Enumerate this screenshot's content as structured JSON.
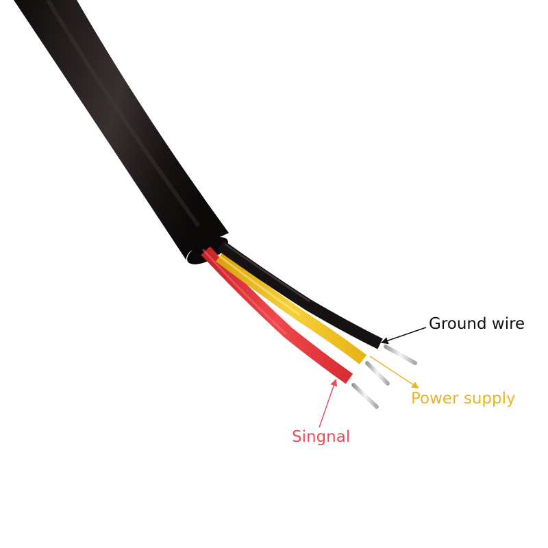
{
  "colors": {
    "background": "#ffffff",
    "cable_jacket": "#1c1616",
    "ground_wire": "#161212",
    "power_wire": "#f0c21a",
    "signal_wire": "#e8363a",
    "copper_tip": "#d8d8d8",
    "ground_label": "#111111",
    "power_label": "#e7b52a",
    "signal_label": "#e5505a"
  },
  "labels": {
    "ground": "Ground wire",
    "power": "Power supply",
    "signal": "Singnal"
  },
  "icons": {
    "ground_pointer": "arrow-icon",
    "power_pointer": "arrow-icon",
    "signal_pointer": "arrow-icon"
  }
}
